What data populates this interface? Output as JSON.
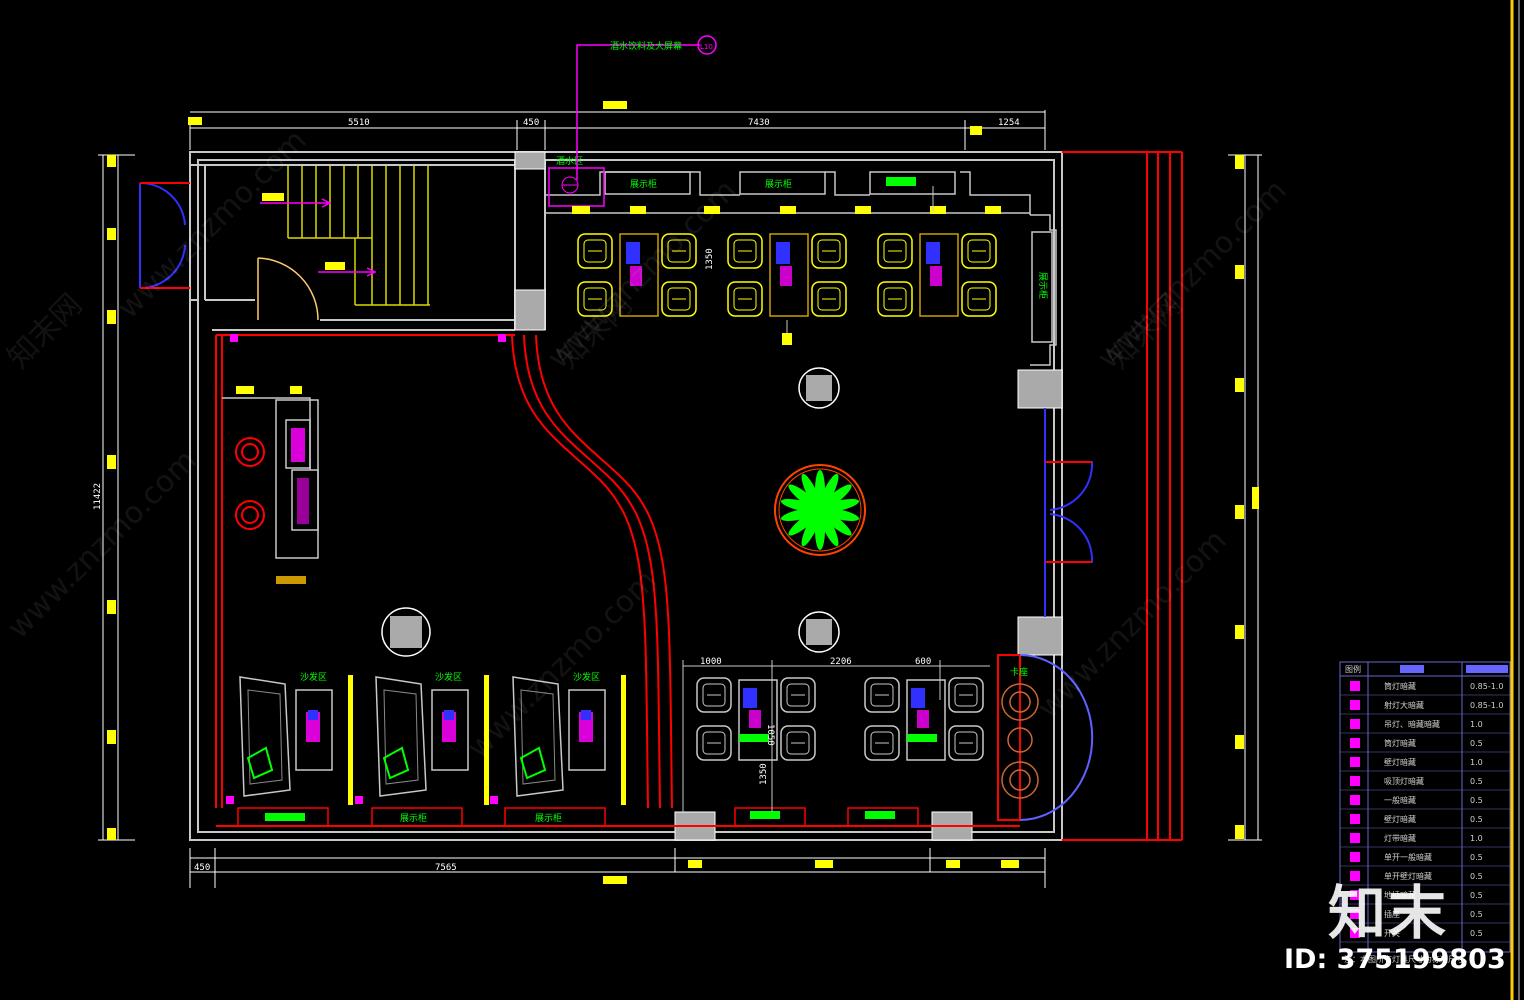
{
  "dimensions": {
    "top": [
      "5510",
      "450",
      "7430",
      "1254"
    ],
    "bottom": [
      "450",
      "7565"
    ],
    "left": "11422",
    "lower_row": [
      "1000",
      "2206",
      "600"
    ],
    "vertical_small": [
      "1050",
      "1350",
      "1350"
    ]
  },
  "room_labels": {
    "top_note": "酒水饮料及大屏幕",
    "top_note_tag": "L10",
    "top_left_room": "酒水区",
    "top_cabinet_1": "展示柜",
    "top_cabinet_2": "展示柜",
    "right_cabinet": "展示柜",
    "booth": "卡座",
    "sofa_1": "沙发区",
    "sofa_2": "沙发区",
    "sofa_3": "沙发区",
    "bottom_cabinet_1": "展示柜",
    "bottom_cabinet_2": "展示柜"
  },
  "legend": {
    "header": "图例",
    "rows": [
      {
        "name": "筒灯暗藏",
        "value": "0.85-1.0"
      },
      {
        "name": "射灯大暗藏",
        "value": "0.85-1.0"
      },
      {
        "name": "吊灯、暗藏暗藏",
        "value": "1.0"
      },
      {
        "name": "筒灯暗藏",
        "value": "0.5"
      },
      {
        "name": "壁灯暗藏",
        "value": "1.0"
      },
      {
        "name": "吸顶灯暗藏",
        "value": "0.5"
      },
      {
        "name": "一般暗藏",
        "value": "0.5"
      },
      {
        "name": "壁灯暗藏",
        "value": "0.5"
      },
      {
        "name": "灯带暗藏",
        "value": "1.0"
      },
      {
        "name": "单开一般暗藏",
        "value": "0.5"
      },
      {
        "name": "单开壁灯暗藏",
        "value": "0.5"
      },
      {
        "name": "地插暗藏",
        "value": "0.5"
      },
      {
        "name": "插座",
        "value": "0.5"
      },
      {
        "name": "开关",
        "value": "0.5"
      }
    ],
    "footnote": "注：本图所有灯具尺寸为标准尺寸。"
  },
  "watermarks": [
    "www.znzmo.com",
    "www.znzmo.com",
    "www.znzmo.com",
    "www.znzmo.com",
    "www.znzmo.com",
    "www.znzmo.com"
  ],
  "watermark_brand": "知末网",
  "brand_logo": "知末",
  "id_text": "ID: 375199803",
  "colors": {
    "wall": "#c8c8c8",
    "red": "#ff0000",
    "yellow": "#ffff00",
    "magenta": "#ff00ff",
    "green": "#00ff00",
    "blue": "#0000ff"
  }
}
